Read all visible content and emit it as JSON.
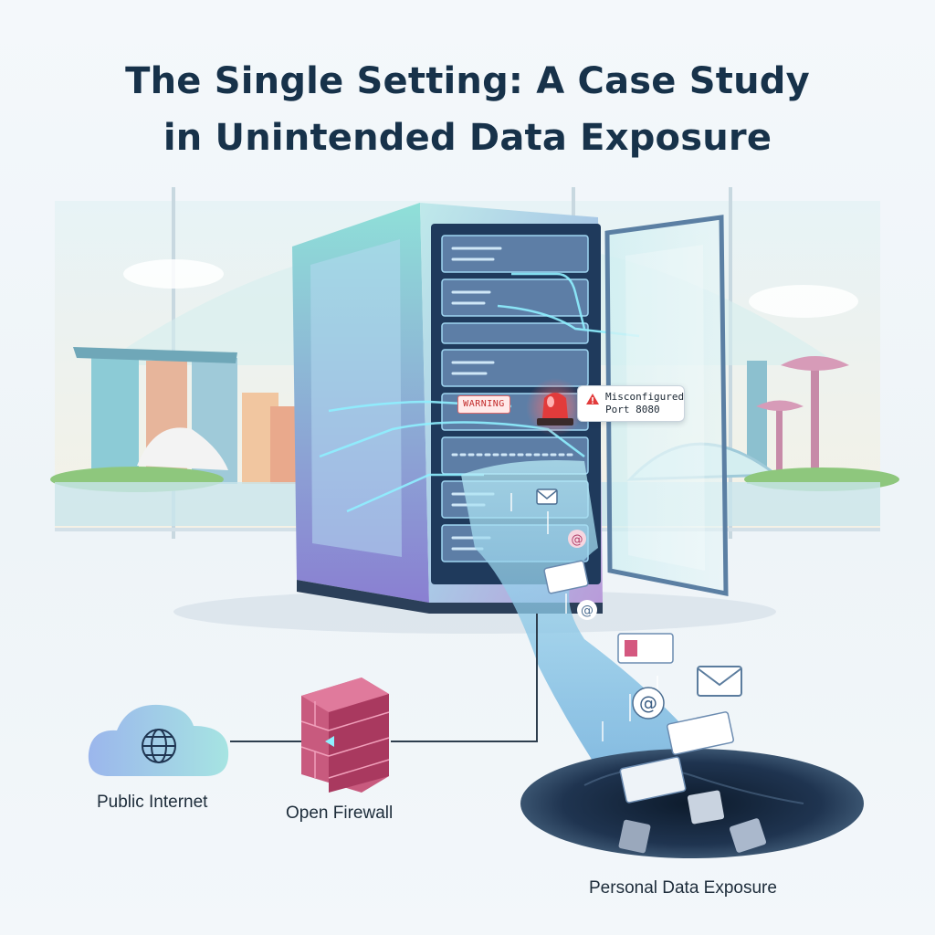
{
  "title": {
    "line1": "The Single Setting: A Case Study",
    "line2": "in Unintended Data Exposure"
  },
  "labels": {
    "public_internet": "Public Internet",
    "open_firewall": "Open Firewall",
    "personal_data_exposure": "Personal Data Exposure"
  },
  "server": {
    "warning_tag": "WARNING",
    "callout_line1": "Misconfigured",
    "callout_line2": "Port 8080"
  },
  "icons": [
    "globe-icon",
    "cloud-icon",
    "firewall-icon",
    "alarm-light-icon",
    "warning-icon",
    "email-icon",
    "at-sign-icon",
    "id-card-icon"
  ],
  "colors": {
    "title": "#17324a",
    "warning": "#e23b3b",
    "firewall": "#c2456e",
    "data_stream": "#7fd0f0"
  }
}
